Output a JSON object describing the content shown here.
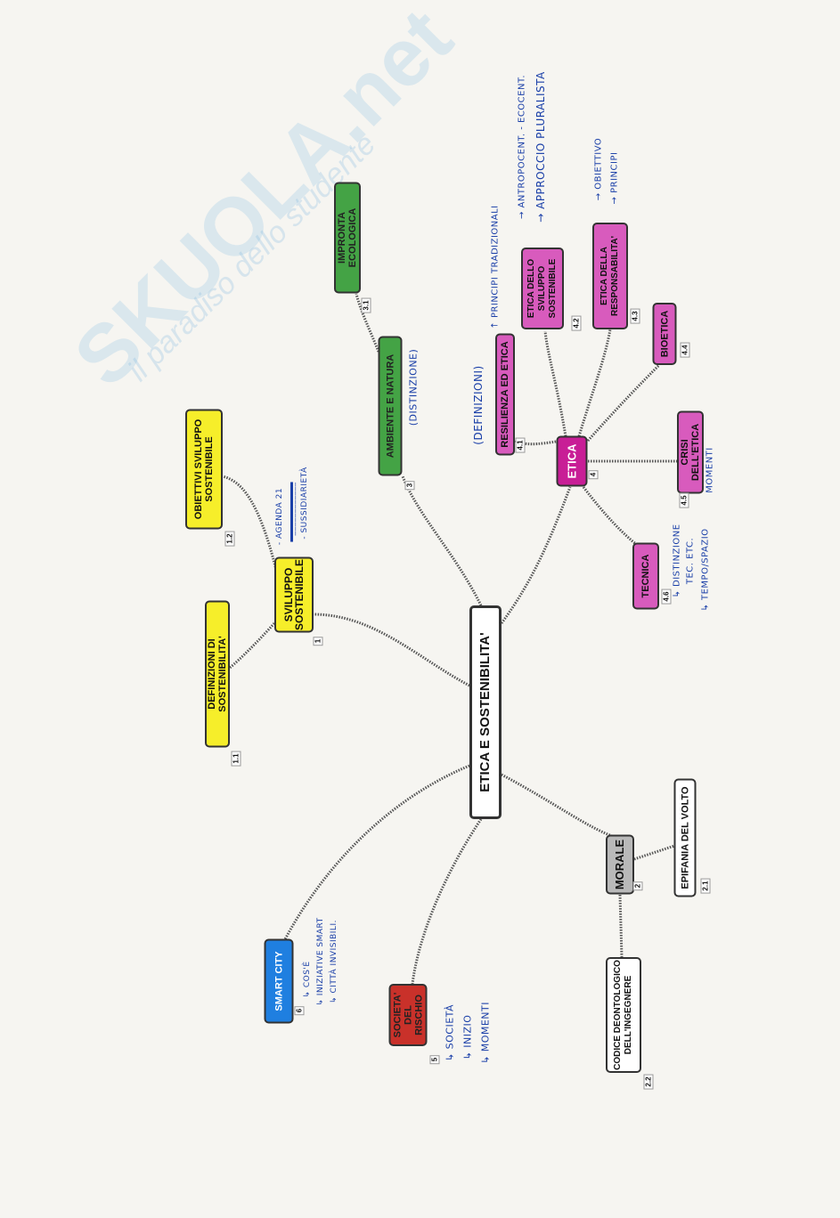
{
  "watermark": {
    "brand": "SKUOLA.net",
    "tagline": "il paradiso dello studente"
  },
  "central": {
    "label": "ETICA E SOSTENIBILITA'"
  },
  "nodes": {
    "sviluppo": {
      "label": "SVILUPPO SOSTENIBILE",
      "num": "1"
    },
    "definizioni": {
      "label": "DEFINIZIONI DI SOSTENIBILITA'",
      "num": "1.1"
    },
    "obiettivi": {
      "label": "OBIETTIVI SVILUPPO SOSTENIBILE",
      "num": "1.2"
    },
    "morale": {
      "label": "MORALE",
      "num": "2"
    },
    "epifania": {
      "label": "EPIFANIA DEL VOLTO",
      "num": "2.1"
    },
    "codice": {
      "label": "CODICE DEONTOLOGICO DELL'INGEGNERE",
      "num": "2.2"
    },
    "ambiente": {
      "label": "AMBIENTE E NATURA",
      "num": "3"
    },
    "impronta": {
      "label": "IMPRONTA ECOLOGICA",
      "num": "3.1"
    },
    "etica": {
      "label": "ETICA",
      "num": "4"
    },
    "resilienza": {
      "label": "RESILIENZA ED ETICA",
      "num": "4.1"
    },
    "eds": {
      "label": "ETICA DELLO SVILUPPO SOSTENIBILE",
      "num": "4.2"
    },
    "responsabilita": {
      "label": "ETICA DELLA RESPONSABILITA'",
      "num": "4.3"
    },
    "bioetica": {
      "label": "BIOETICA",
      "num": "4.4"
    },
    "crisi": {
      "label": "CRISI DELL'ETICA",
      "num": "4.5"
    },
    "tecnica": {
      "label": "TECNICA",
      "num": "4.6"
    },
    "societa": {
      "label": "SOCIETA' DEL RISCHIO",
      "num": "5"
    },
    "smart": {
      "label": "SMART CITY",
      "num": "6"
    }
  },
  "notes": {
    "definizioni": "(DEFINIZIONI)",
    "principi_trad": "↑ PRINCIPI TRADIZIONALI",
    "antropocent": "→ ANTROPOCENT. - ECOCENT.",
    "pluralista": "→ APPROCCIO PLURALISTA",
    "obiettivo": "→ OBIETTIVO",
    "principi": "→ PRINCIPI",
    "distinzione": "(DISTINZIONE)",
    "momenti_crisi": "MOMENTI",
    "tec1": "↳ DISTINZIONE",
    "tec2": "TEC. ETC.",
    "tec3": "↳ TEMPO/SPAZIO",
    "agenda": "- AGENDA 21",
    "crossed": "- ____________",
    "sussidiarieta": "- SUSSIDIARIETÀ",
    "smart1": "↳ COS'È",
    "smart2": "↳ INIZIATIVE SMART",
    "smart3": "↳ CITTÀ INVISIBILI.",
    "soc1": "↳ SOCIETÀ",
    "soc2": "↳ INIZIO",
    "soc3": "↳ MOMENTI"
  }
}
